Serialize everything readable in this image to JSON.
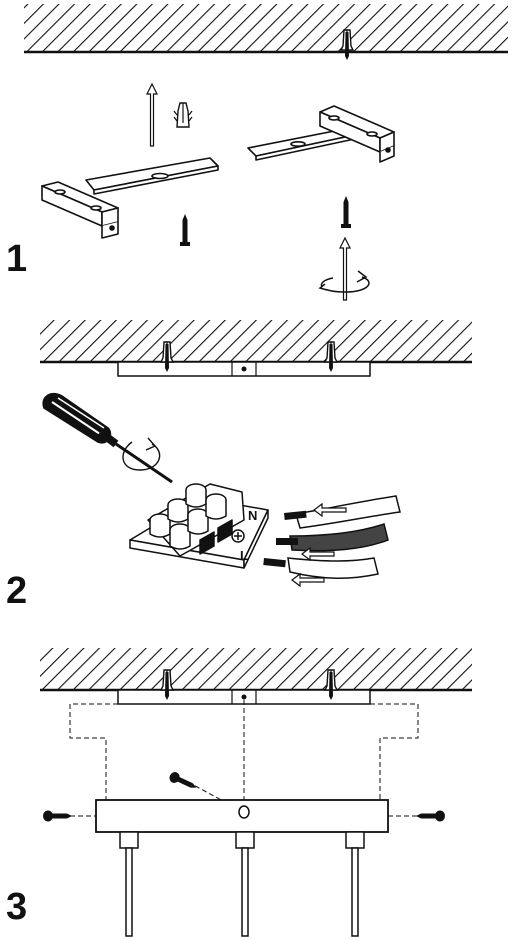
{
  "steps": [
    {
      "number": "1"
    },
    {
      "number": "2"
    },
    {
      "number": "3"
    }
  ],
  "terminal_block": {
    "labels": [
      "N",
      "L"
    ]
  },
  "icons": [
    "ceiling-hatch",
    "wall-plug-icon",
    "screw-icon",
    "arrow-up-icon",
    "rotation-arrow-icon",
    "screwdriver-icon",
    "terminal-block-icon",
    "wire-icon",
    "cable-icon"
  ],
  "colors": {
    "ink": "#111111",
    "paper": "#ffffff"
  }
}
